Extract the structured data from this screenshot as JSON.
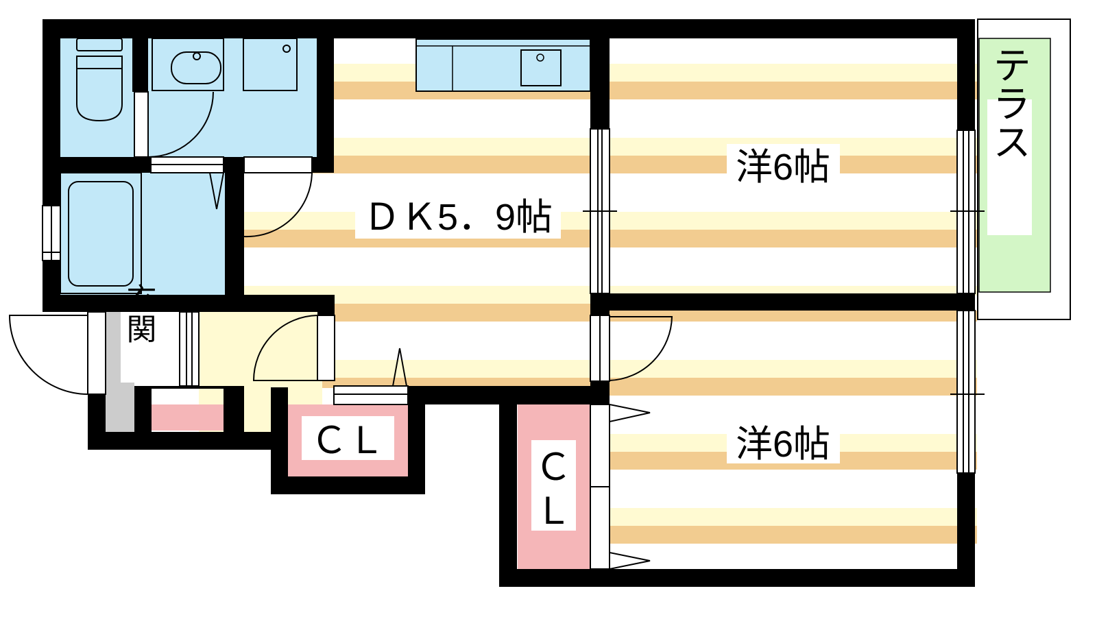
{
  "rooms": {
    "dk": {
      "label": "ＤＫ5．9帖"
    },
    "western_top": {
      "label": "洋6帖"
    },
    "western_bottom": {
      "label": "洋6帖"
    },
    "terrace": {
      "label": "テラス"
    },
    "entrance": {
      "label": "玄関"
    },
    "closet_center": {
      "label": "ＣＬ"
    },
    "closet_side": {
      "label_top": "Ｃ",
      "label_bottom": "Ｌ"
    }
  },
  "colors": {
    "wall": "#000000",
    "floor_stripe": "#f2cc90",
    "floor_light": "#fffad2",
    "water_area": "#c2e8f8",
    "closet": "#f5b6b8",
    "terrace": "#d3f6c6",
    "entrance_floor": "#cccccc",
    "hall": "#fffad2"
  }
}
